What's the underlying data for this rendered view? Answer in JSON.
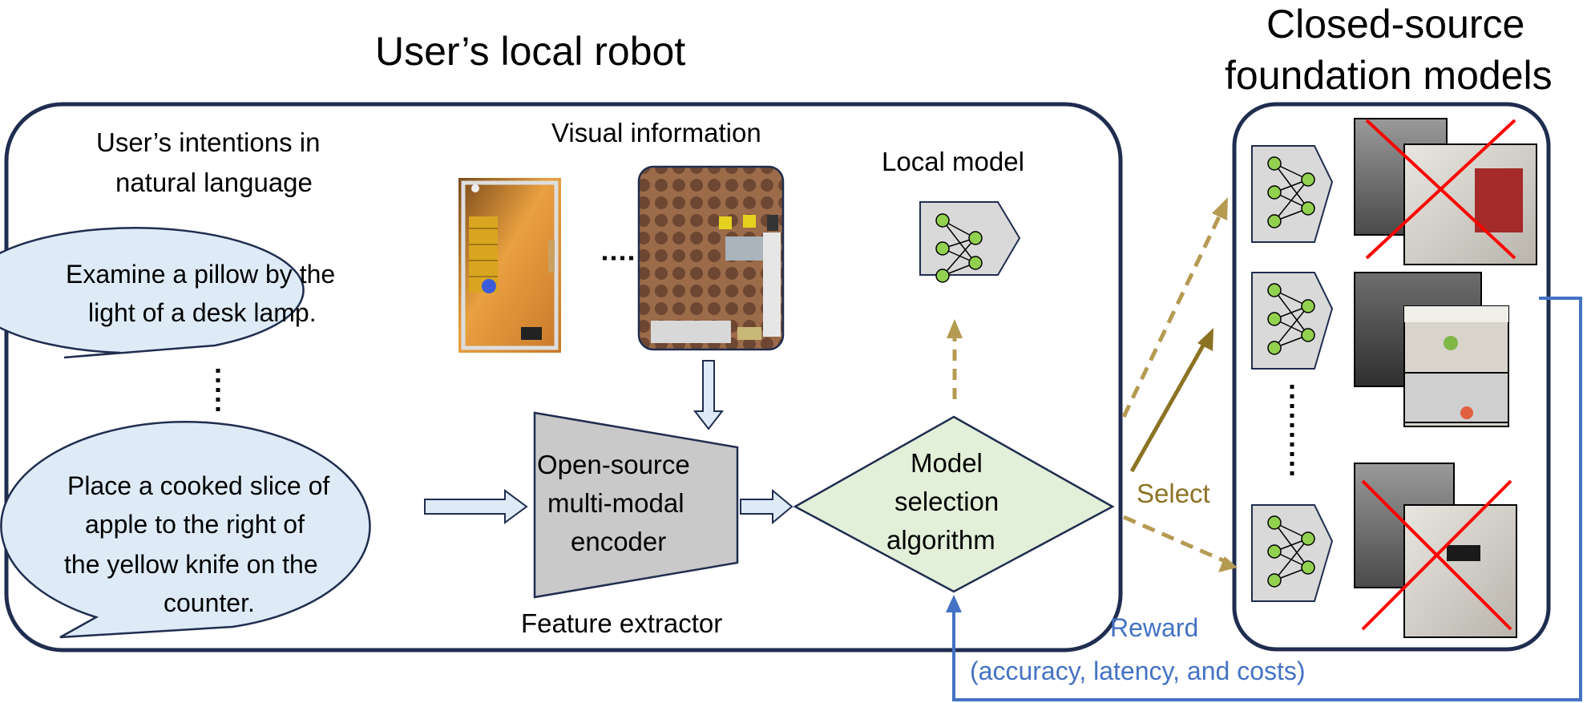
{
  "titles": {
    "local_robot": "User’s local robot",
    "closed_models_line1": "Closed-source",
    "closed_models_line2": "foundation models"
  },
  "labels": {
    "intentions_line1": "User’s intentions in",
    "intentions_line2": "natural language",
    "visual_info": "Visual information",
    "local_model": "Local model",
    "feature_extractor": "Feature extractor",
    "select": "Select",
    "reward_line1": "Reward",
    "reward_line2": "(accuracy, latency, and costs)"
  },
  "bubbles": {
    "bubble1_line1": "Examine a pillow by the",
    "bubble1_line2": "light of a desk lamp.",
    "bubble2_line1": "Place a cooked slice of",
    "bubble2_line2": "apple to the right of",
    "bubble2_line3": "the yellow knife on the",
    "bubble2_line4": "counter."
  },
  "encoder": {
    "line1": "Open-source",
    "line2": "multi-modal",
    "line3": "encoder"
  },
  "selector": {
    "line1": "Model",
    "line2": "selection",
    "line3": "algorithm"
  },
  "colors": {
    "frame": "#1F2D4F",
    "bubble_fill": "#DEEBF7",
    "encoder_fill": "#C9C9C9",
    "diamond_fill": "#E2EFD9",
    "select_arrow": "#8B7324",
    "dashed_arrow": "#B59A52",
    "reward": "#4472C4",
    "node_green": "#92D050",
    "cross_red": "#FF0000"
  }
}
